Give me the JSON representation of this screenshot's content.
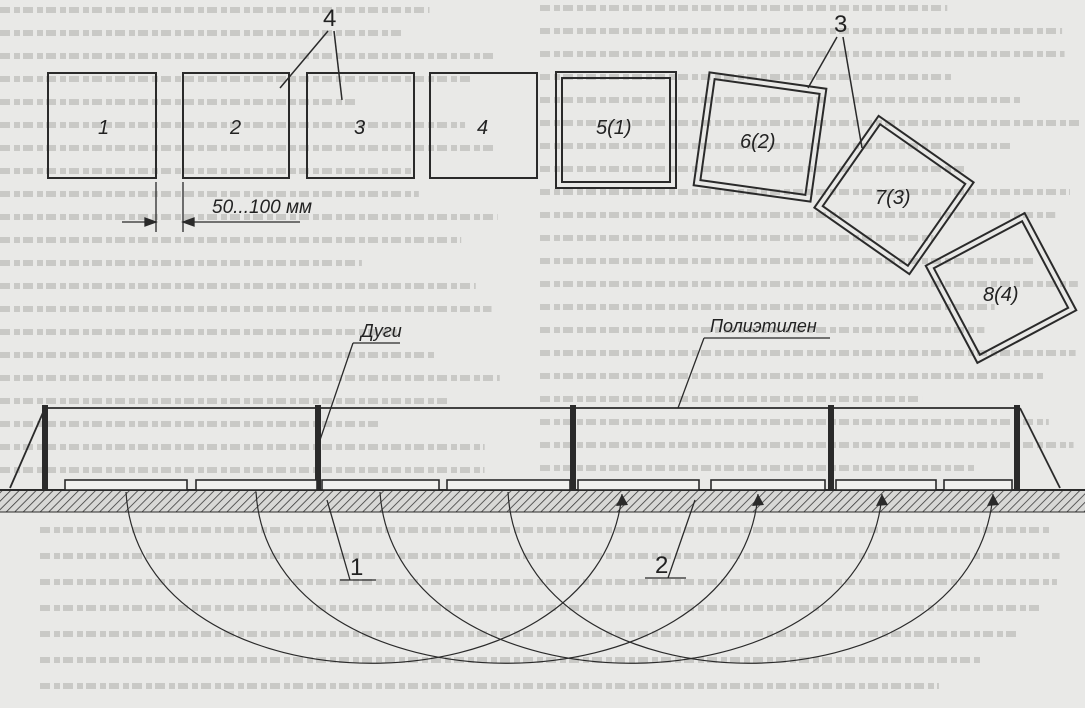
{
  "tiles": [
    {
      "label": "1"
    },
    {
      "label": "2"
    },
    {
      "label": "3"
    },
    {
      "label": "4"
    },
    {
      "label": "5(1)"
    },
    {
      "label": "6(2)"
    },
    {
      "label": "7(3)"
    },
    {
      "label": "8(4)"
    }
  ],
  "callouts": {
    "four": "4",
    "three": "3",
    "one": "1",
    "two": "2"
  },
  "dimension": "50...100 мм",
  "labels": {
    "arches": "Дуги",
    "film": "Полиэтилен"
  },
  "colors": {
    "ink": "#2a2a2a",
    "paper": "#e9e9e7"
  }
}
